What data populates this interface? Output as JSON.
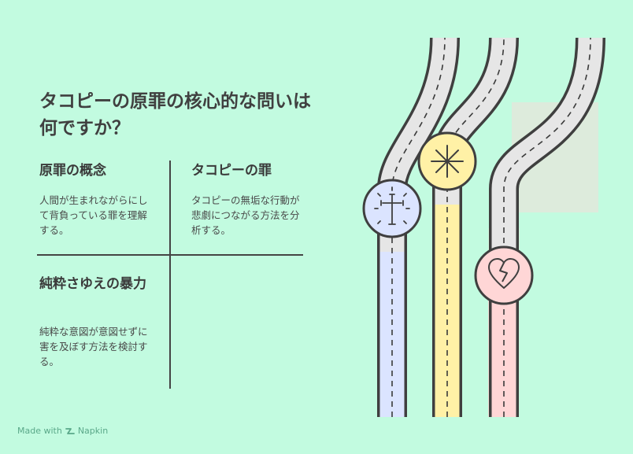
{
  "title": "タコピーの原罪の核心的な問いは何ですか？",
  "sections": [
    {
      "heading": "原罪の概念",
      "body": "人間が生まれながらにして背負っている罪を理解する。"
    },
    {
      "heading": "タコピーの罪",
      "body": "タコピーの無垢な行動が悲劇につながる方法を分析する。"
    },
    {
      "heading": "純粋さゆえの暴力",
      "body": "純粋な意図が意図せずに害を及ぼす方法を検討する。"
    }
  ],
  "icons": [
    "cross-icon",
    "starburst-icon",
    "broken-heart-icon"
  ],
  "colors": {
    "background": "#c2fbe0",
    "road": "#e6e6e6",
    "lane_blue": "#dbe4ff",
    "lane_yellow": "#fff1a6",
    "lane_pink": "#ffd6d6"
  },
  "footer": {
    "made_with": "Made with",
    "brand": "Napkin"
  }
}
